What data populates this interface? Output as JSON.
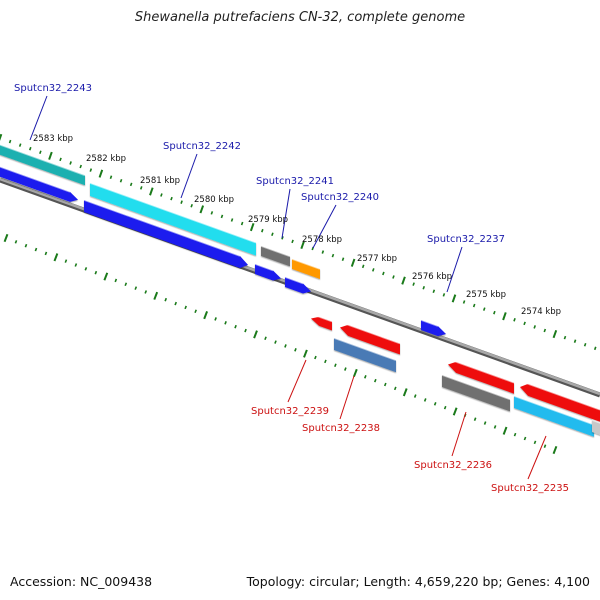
{
  "title": "Shewanella putrefaciens CN-32, complete genome",
  "footer": {
    "accession": "Accession: NC_009438",
    "summary": "Topology: circular; Length: 4,659,220 bp; Genes: 4,100"
  },
  "colors": {
    "backbone": "#8c8c8c",
    "tick": "#1a7a1a",
    "forward_label": "#1a1aaa",
    "reverse_label": "#cc1111",
    "blue": "#1a1aee",
    "cyan": "#22ddee",
    "teal": "#1ab0b0",
    "red": "#ee1111",
    "gray": "#707070",
    "orange": "#ff9900",
    "steelblue": "#4a7ab5",
    "sky": "#22bbee",
    "lightgray": "#c8c8c8"
  },
  "kbp_labels": [
    "2583 kbp",
    "2582 kbp",
    "2581 kbp",
    "2580 kbp",
    "2579 kbp",
    "2578 kbp",
    "2577 kbp",
    "2576 kbp",
    "2575 kbp",
    "2574 kbp"
  ],
  "forward_genes": [
    "Sputcn32_2243",
    "Sputcn32_2242",
    "Sputcn32_2241",
    "Sputcn32_2240",
    "Sputcn32_2237"
  ],
  "reverse_genes": [
    "Sputcn32_2239",
    "Sputcn32_2238",
    "Sputcn32_2236",
    "Sputcn32_2235"
  ]
}
